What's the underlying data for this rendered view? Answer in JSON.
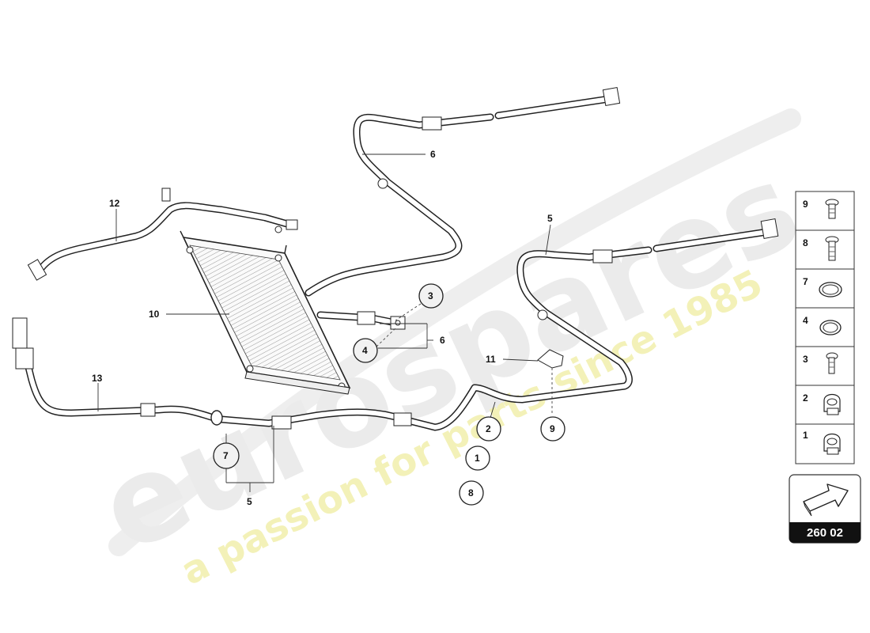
{
  "watermark": {
    "brand": "eurospares",
    "tagline": "a passion for parts since 1985"
  },
  "callouts": {
    "c1": "1",
    "c2": "2",
    "c3": "3",
    "c4": "4",
    "c5a": "5",
    "c5b": "5",
    "c6a": "6",
    "c6b": "6",
    "c7": "7",
    "c8": "8",
    "c9": "9",
    "c10": "10",
    "c11": "11",
    "c12": "12",
    "c13": "13"
  },
  "legend": [
    {
      "num": "9",
      "part": "bolt"
    },
    {
      "num": "8",
      "part": "bolt"
    },
    {
      "num": "7",
      "part": "o-ring"
    },
    {
      "num": "4",
      "part": "o-ring"
    },
    {
      "num": "3",
      "part": "bolt"
    },
    {
      "num": "2",
      "part": "clip"
    },
    {
      "num": "1",
      "part": "clip"
    }
  ],
  "page_ref": "260 02",
  "colors": {
    "line": "#222222",
    "watermark": "#e3e3e3",
    "tagline": "#f4f2b8",
    "badge": "#111111"
  }
}
